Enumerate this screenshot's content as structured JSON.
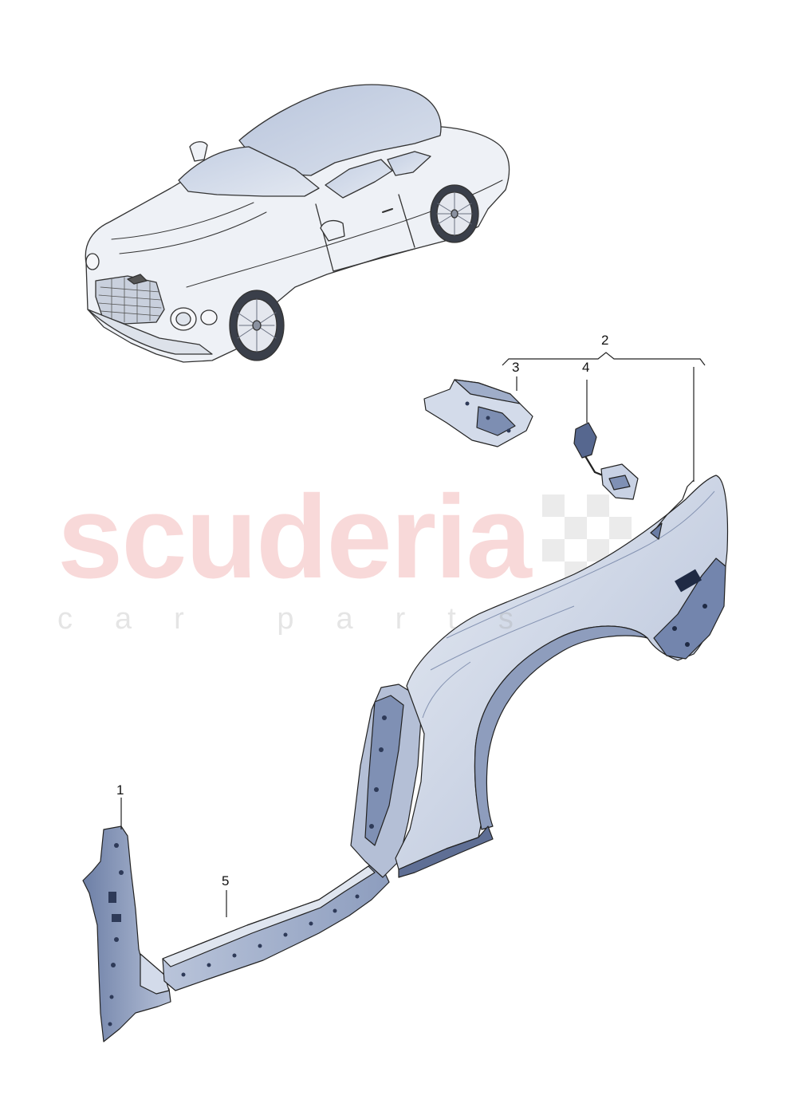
{
  "watermark": {
    "brand": "scuderia",
    "tagline": "car parts",
    "brand_color": "#e87878",
    "checker_color": "#c8c8c8"
  },
  "callouts": [
    {
      "id": "1",
      "label": "1",
      "part": "front-pillar"
    },
    {
      "id": "2",
      "label": "2",
      "part": "assembly-group"
    },
    {
      "id": "3",
      "label": "3",
      "part": "bracket-panel"
    },
    {
      "id": "4",
      "label": "4",
      "part": "connector-plug"
    },
    {
      "id": "5",
      "label": "5",
      "part": "sill-panel"
    }
  ],
  "colors": {
    "part_fill": "#cdd6e6",
    "part_shade": "#8898b8",
    "part_dark": "#46587e",
    "outline": "#2a2a2a",
    "car_body": "#eef1f6"
  }
}
